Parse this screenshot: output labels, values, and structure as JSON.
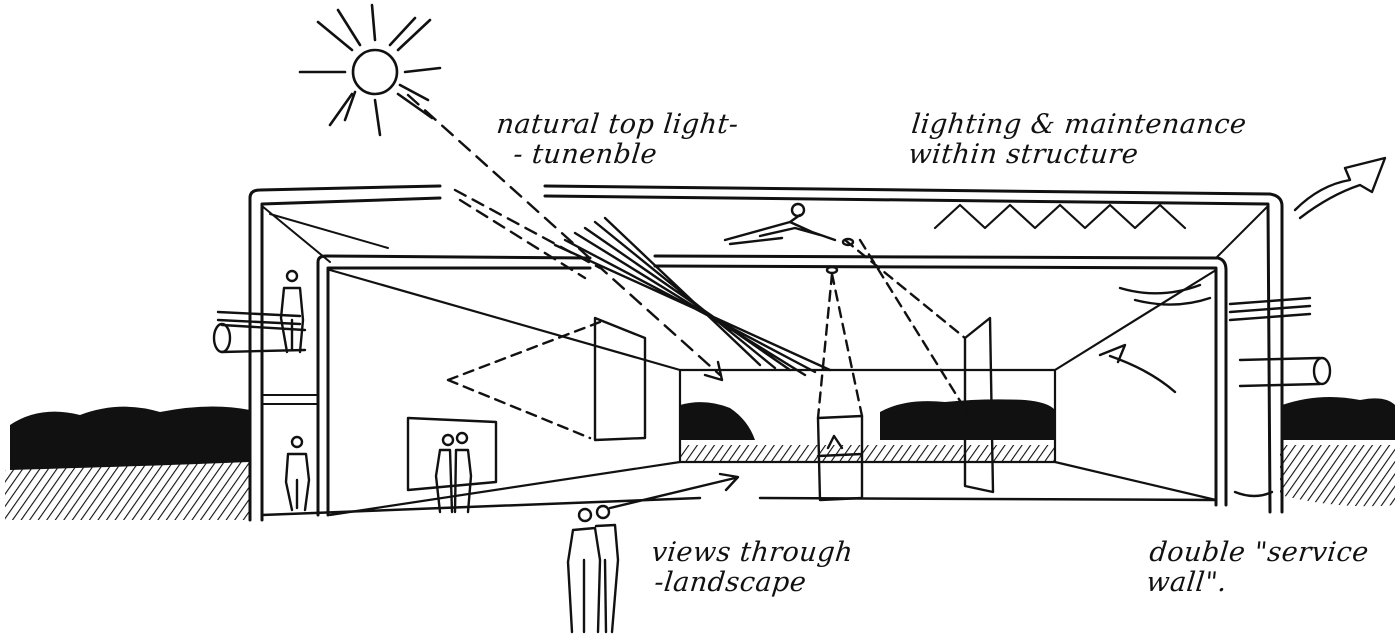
{
  "annotations": {
    "top_light": [
      "natural top light-",
      "- tunenble"
    ],
    "lighting": [
      "lighting & maintenance",
      "within structure"
    ],
    "views": [
      "views through",
      "-landscape"
    ],
    "service": [
      "double \"service",
      "wall\"."
    ]
  },
  "colors": {
    "ink": "#111111",
    "paper": "#ffffff"
  }
}
